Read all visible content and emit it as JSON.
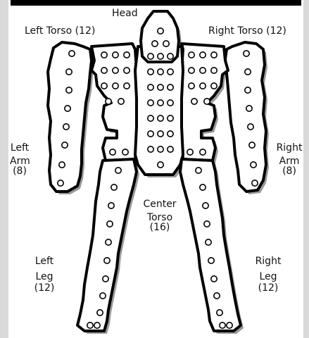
{
  "colors": {
    "background": "#ffffff",
    "outline": "#000000",
    "shadow": "#9a9a9a",
    "frame": "#d9d9d9",
    "topbar": "#000000"
  },
  "labels": {
    "head": "Head",
    "left_torso": "Left Torso (12)",
    "right_torso": "Right Torso (12)",
    "left_arm": [
      "Left",
      "Arm",
      "(8)"
    ],
    "right_arm": [
      "Right",
      "Arm",
      "(8)"
    ],
    "center_torso": [
      "Center",
      "Torso",
      "(16)"
    ],
    "left_leg": [
      "Left",
      "Leg",
      "(12)"
    ],
    "right_leg": [
      "Right",
      "Leg",
      "(12)"
    ]
  }
}
